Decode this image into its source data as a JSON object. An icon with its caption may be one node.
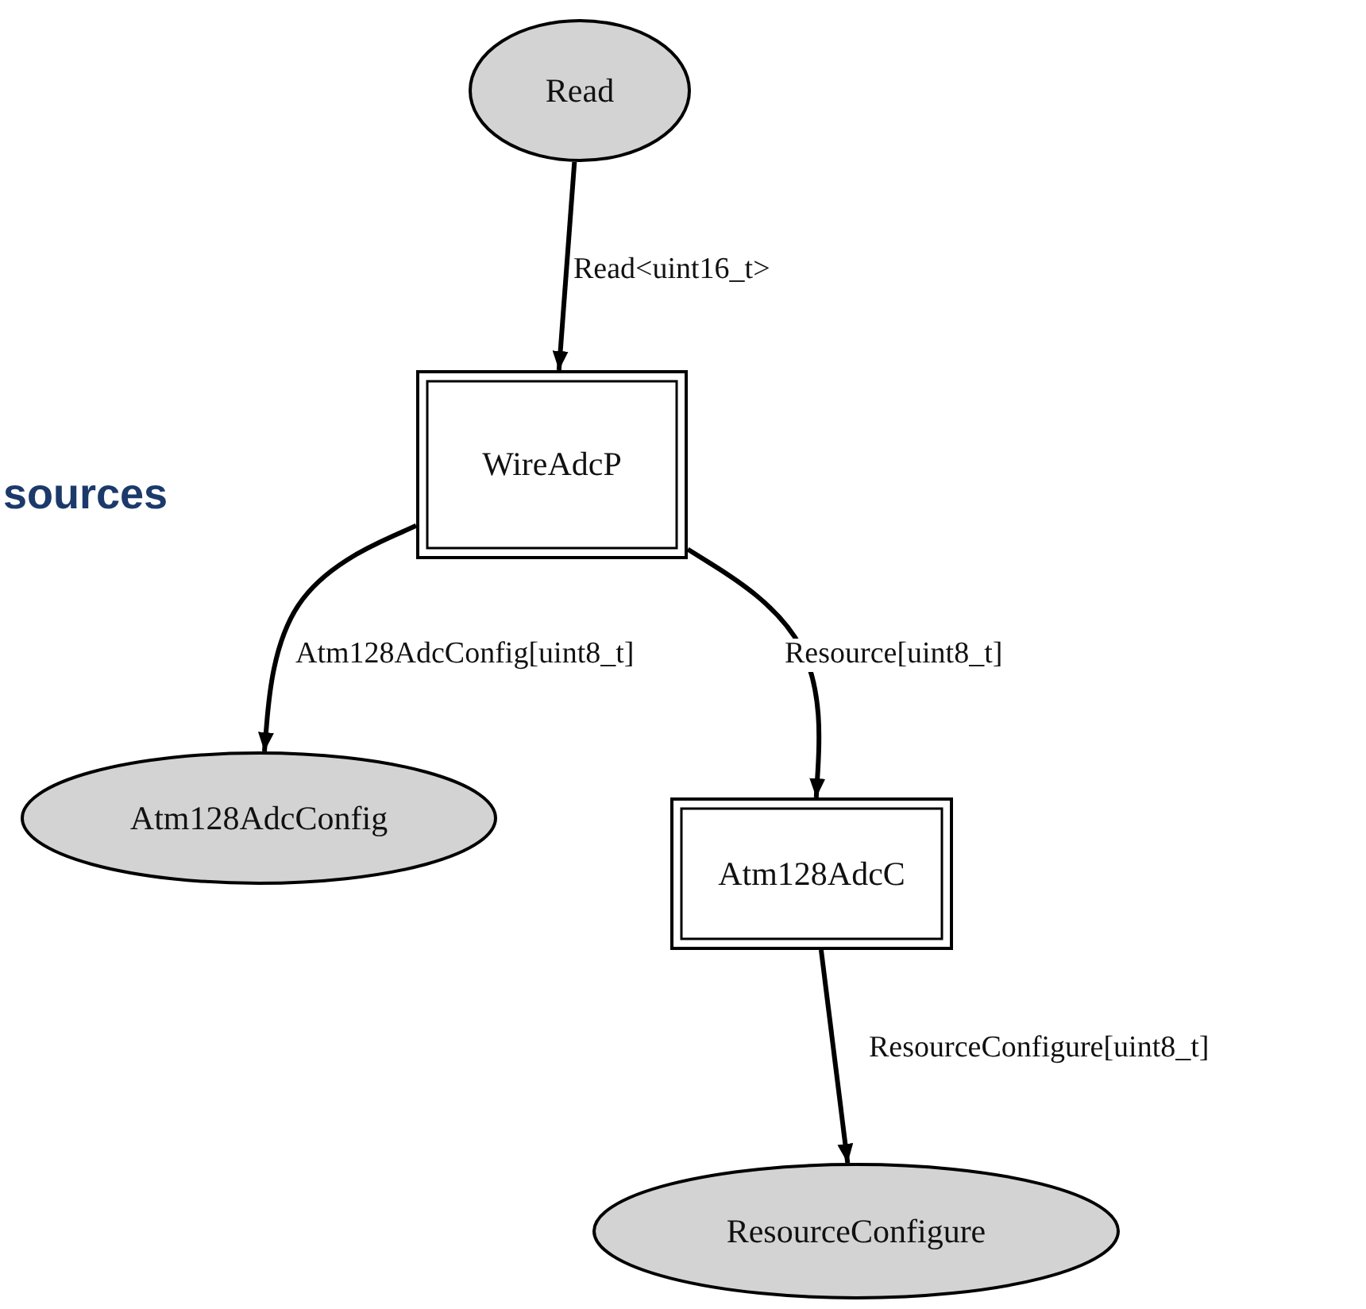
{
  "diagram": {
    "nodes": [
      {
        "text": [
          "Read"
        ]
      },
      {
        "text": [
          "WireAdcP"
        ]
      },
      {
        "text": [
          "Atm128AdcConfig"
        ]
      },
      {
        "text": [
          "Atm128AdcC"
        ]
      },
      {
        "text": [
          "ResourceConfigure"
        ]
      }
    ],
    "edges": [
      {
        "from": 0,
        "to": 1,
        "arrow": "to",
        "label": "Read<uint16_t>"
      },
      {
        "from": 1,
        "to": 2,
        "arrow": "to",
        "label": "Atm128AdcConfig[uint8_t]"
      },
      {
        "from": 1,
        "to": 3,
        "arrow": "to",
        "label": "Resource[uint8_t]"
      },
      {
        "from": 3,
        "to": 4,
        "arrow": "to",
        "label": "ResourceConfigure[uint8_t]"
      }
    ],
    "labels": [
      "sources"
    ]
  }
}
